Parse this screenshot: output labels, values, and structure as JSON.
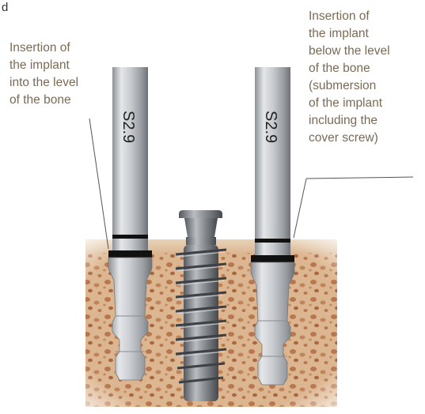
{
  "panel_letter": "d",
  "left_callout": {
    "lines": [
      "Insertion of",
      "the implant",
      "into the level",
      "of the bone"
    ]
  },
  "right_callout": {
    "lines": [
      "Insertion of",
      "the implant",
      "below the level",
      "of the bone",
      "(submersion",
      "of the implant",
      "including the",
      "cover screw)"
    ]
  },
  "left_instrument": {
    "label": "S2.9"
  },
  "right_instrument": {
    "label": "S2.9"
  },
  "colors": {
    "text": "#7a6a55",
    "bone": "#d9b48f",
    "bone_pores": "#b8774d",
    "steel": "#c9ccd0",
    "band": "#111111"
  }
}
